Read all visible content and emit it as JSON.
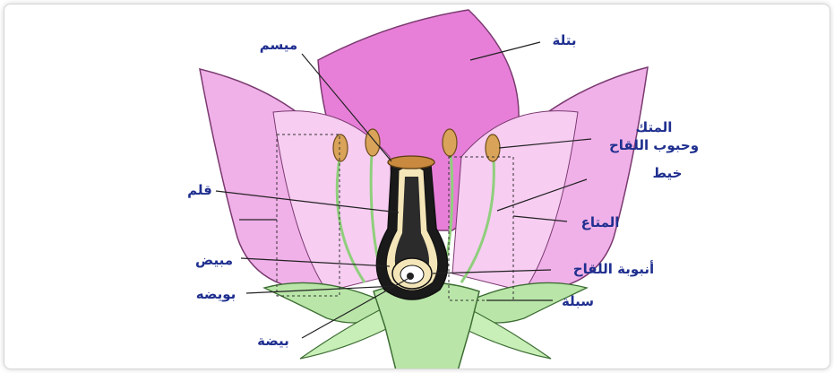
{
  "labels": {
    "stigma": "ميسم",
    "petal": "بتلة",
    "anther": "المتك",
    "pollen": "وحبوب اللقاح",
    "filament": "خيط",
    "stamen": "المتاع",
    "style": "قلم",
    "ovary": "مبيض",
    "ovule": "بويضه",
    "pollen_tube": "أنبوبة اللقاح",
    "sepal": "سبلة",
    "egg": "بيضة"
  },
  "colors": {
    "petal_light": "#f2b4ec",
    "petal_mid": "#e48ad8",
    "petal_dark": "#d45fca",
    "stem": "#b9e6a8",
    "stem_dark": "#5d9d4f",
    "label": "#1f2f8f"
  }
}
